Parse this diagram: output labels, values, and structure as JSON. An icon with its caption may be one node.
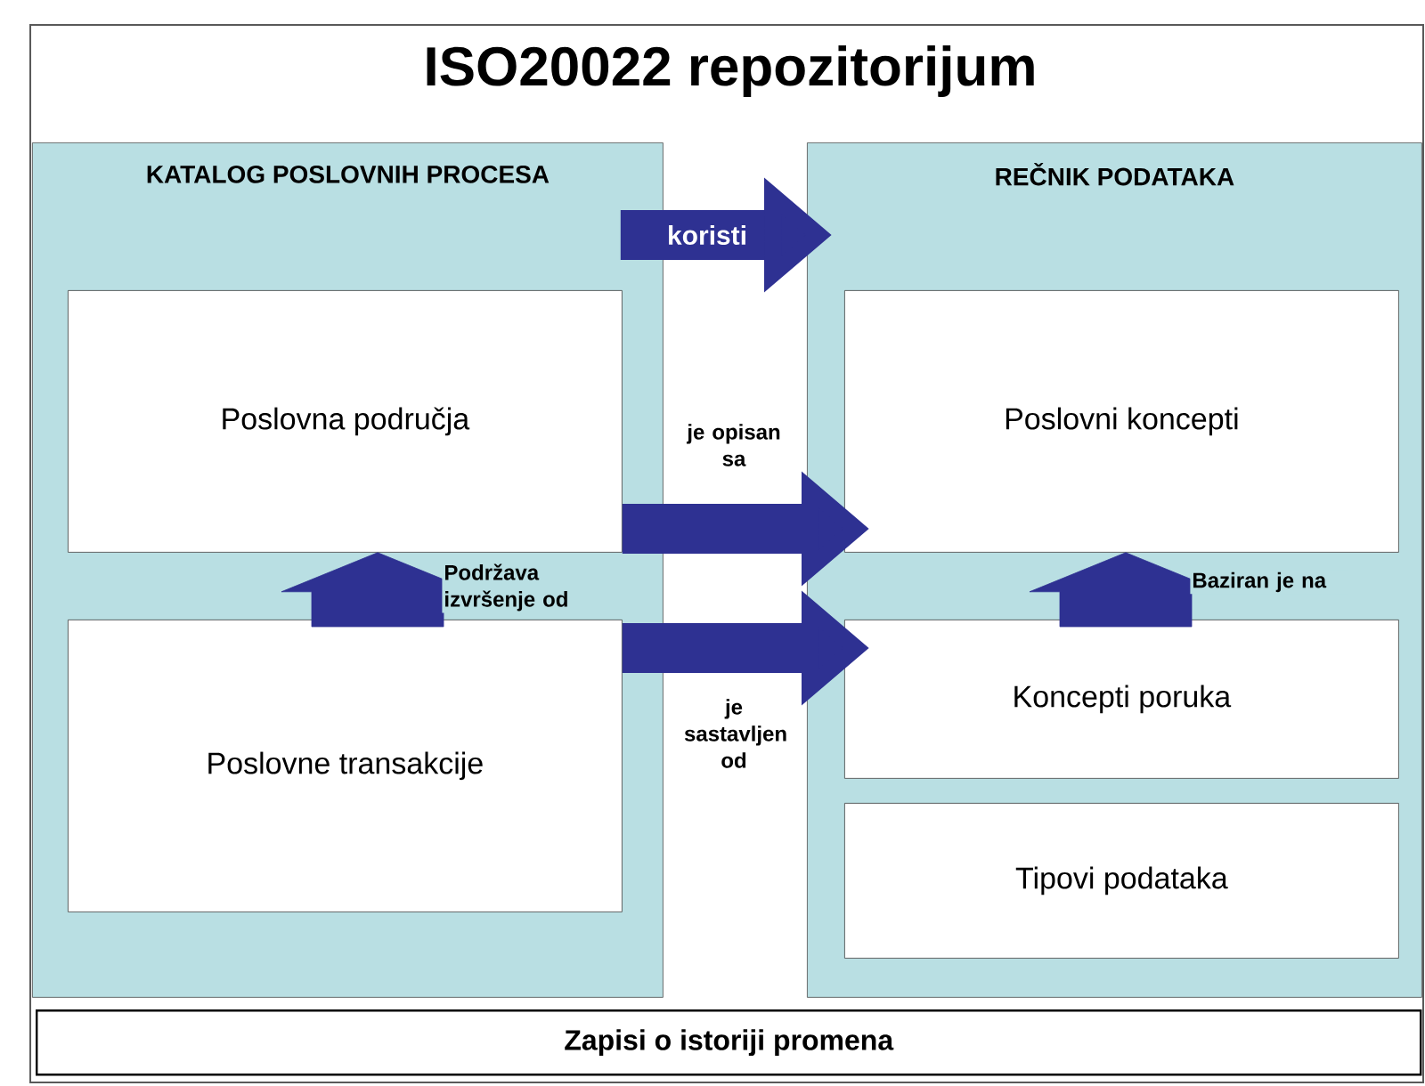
{
  "diagram": {
    "title": "ISO20022 repozitorijum",
    "nodes": [
      {
        "text": [
          "KATALOG POSLOVNIH PROCESA"
        ]
      },
      {
        "text": [
          "Poslovna područja"
        ],
        "in": 0
      },
      {
        "text": [
          "Poslovne transakcije"
        ],
        "in": 0
      },
      {
        "text": [
          "REČNIK PODATAKA"
        ]
      },
      {
        "text": [
          "Poslovni koncepti"
        ],
        "in": 3
      },
      {
        "text": [
          "Koncepti poruka"
        ],
        "in": 3
      },
      {
        "text": [
          "Tipovi podataka"
        ],
        "in": 3
      },
      {
        "text": [
          "Zapisi o istoriji promena"
        ]
      }
    ],
    "edges": [
      {
        "from": 0,
        "to": 3,
        "arrow": "to",
        "label": "koristi"
      },
      {
        "from": 2,
        "to": 1,
        "arrow": "to",
        "label": "Podržava izvršenje od",
        "style": "thick"
      },
      {
        "from": 1,
        "to": 4,
        "arrow": "to",
        "label": "je opisan sa"
      },
      {
        "from": 2,
        "to": 5,
        "arrow": "to",
        "label": "je sastavljen od"
      },
      {
        "from": 5,
        "to": 4,
        "arrow": "to",
        "label": "Baziran je na",
        "style": "thick"
      }
    ]
  }
}
